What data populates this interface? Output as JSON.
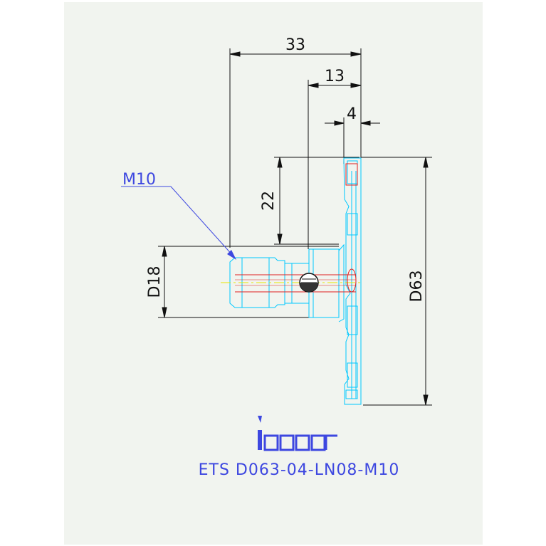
{
  "dimensions": {
    "overall_length": "33",
    "head_length": "13",
    "width": "4",
    "cut_depth": "22",
    "shank_diameter": "D18",
    "cutting_diameter": "D63"
  },
  "callout": {
    "thread": "M10"
  },
  "logo": {
    "brand": "iscar"
  },
  "title": {
    "designation": "ETS D063-04-LN08-M10"
  },
  "colors": {
    "background": "#ffffff",
    "panel": "#f1f4ef",
    "dimension": "#111111",
    "outline_cyan": "#00c8ff",
    "accent_blue": "#3d47e0",
    "centerline_red": "#e02020",
    "centerline_yellow": "#e6e600"
  }
}
